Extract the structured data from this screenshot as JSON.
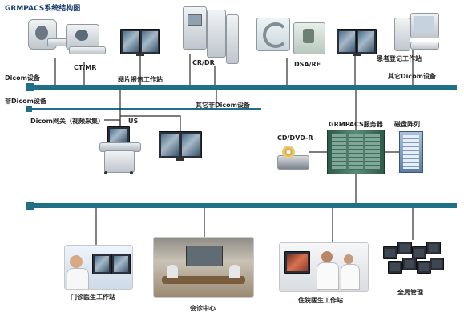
{
  "title": "GRMPACS系统结构图",
  "labels": {
    "ct_mr": "CT/MR",
    "cr_dr": "CR/DR",
    "dsa_rf": "DSA/RF",
    "reg_ws": "患者登记工作站",
    "dicom_devices": "Dicom设备",
    "reading_ws": "阅片报告工作站",
    "other_dicom": "其它Dicom设备",
    "non_dicom": "非Dicom设备",
    "other_non_dicom": "其它非Dicom设备",
    "dicom_gateway": "Dicom网关（视频采集）",
    "us": "US",
    "cd_dvd": "CD/DVD-R",
    "server": "GRMPACS服务器",
    "disk_array": "磁盘阵列",
    "outpatient_ws": "门诊医生工作站",
    "consult_center": "会诊中心",
    "inpatient_ws": "住院医生工作站",
    "global_mgmt": "全局管理"
  },
  "colors": {
    "bus": "#1f6f86",
    "wire": "#2d2d2d",
    "title": "#1b3c6e"
  },
  "icons": {
    "ct": "ct-scanner-icon",
    "cr": "cr-dr-icon",
    "dsa": "dsa-icon",
    "workstation": "workstation-icon",
    "us": "ultrasound-icon",
    "disc": "cd-dvd-icon",
    "server": "server-rack-icon",
    "disk": "disk-array-icon"
  }
}
